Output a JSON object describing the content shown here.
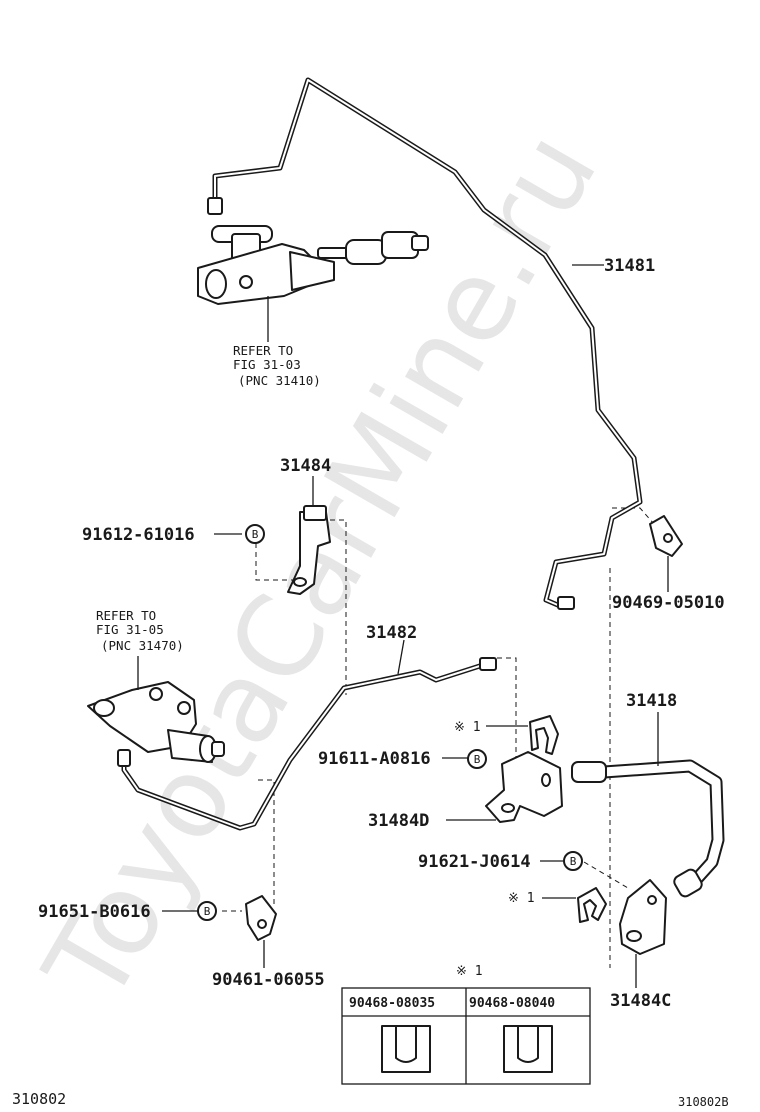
{
  "watermark": "ToyotaCarMine.ru",
  "parts": {
    "tube_master": "31481",
    "bracket_upper": "31484",
    "tube_release": "31482",
    "hose": "31418",
    "bracket_d": "31484D",
    "bracket_c": "31484C",
    "clip_upper": "90469-05010",
    "bolt_upper": "91612-61016",
    "bolt_middle": "91611-A0816",
    "bolt_hose": "91621-J0614",
    "bolt_lower": "91651-B0616",
    "clip_lower": "90461-06055"
  },
  "refs": {
    "master": {
      "line1": "REFER TO",
      "line2": "FIG 31-03",
      "line3": "(PNC 31410)"
    },
    "release": {
      "line1": "REFER TO",
      "line2": "FIG 31-05",
      "line3": "(PNC 31470)"
    }
  },
  "markers": {
    "bolt": "B",
    "note1": "※ 1",
    "note1_table": "※ 1"
  },
  "clip_table": {
    "headers": [
      "90468-08035",
      "90468-08040"
    ]
  },
  "footer": {
    "left": "310802",
    "right": "310802B"
  }
}
